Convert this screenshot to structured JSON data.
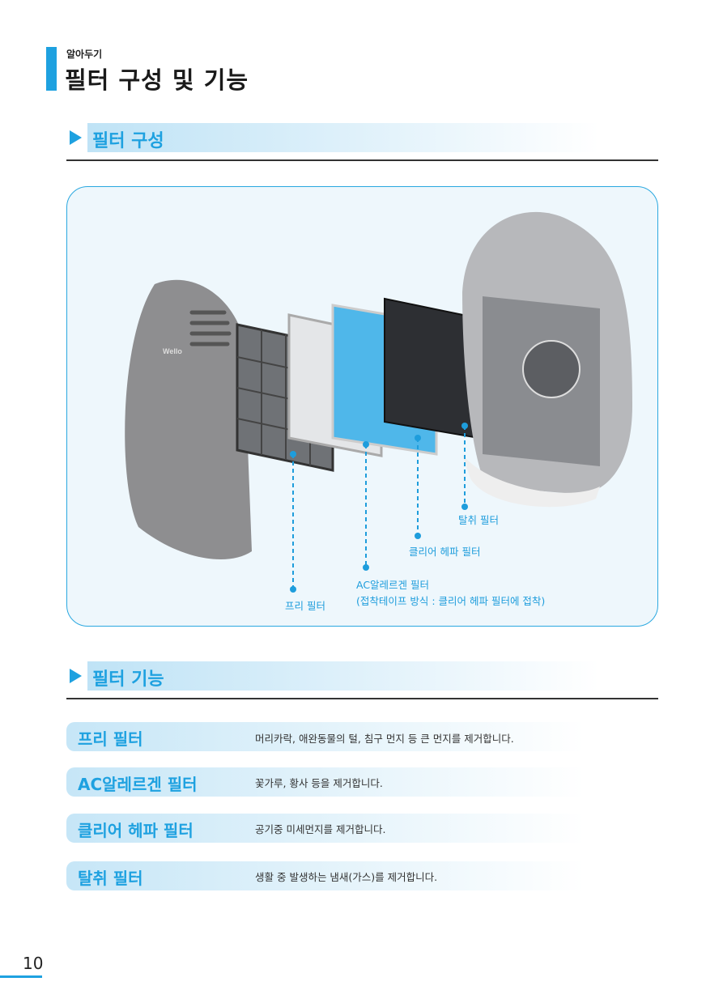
{
  "header": {
    "kicker": "알아두기",
    "title": "필터 구성 및 기능"
  },
  "section1": {
    "title": "필터 구성"
  },
  "illustration": {
    "brand": "Wello",
    "labels": {
      "deodorizing": "탈취 필터",
      "hepa": "클리어 헤파 필터",
      "ac_line1": "AC알레르겐 필터",
      "ac_line2": "(접착테이프 방식 : 클리어 헤파 필터에 접착)",
      "pre": "프리 필터"
    }
  },
  "section2": {
    "title": "필터 기능"
  },
  "functions": [
    {
      "name": "프리 필터",
      "desc": "머리카락, 애완동물의 털, 침구 먼지 등 큰 먼지를 제거합니다."
    },
    {
      "name": "AC알레르겐 필터",
      "desc": "꽃가루, 황사 등을 제거합니다."
    },
    {
      "name": "클리어 헤파 필터",
      "desc": "공기중 미세먼지를 제거합니다."
    },
    {
      "name": "탈취 필터",
      "desc": "생활 중 발생하는 냄새(가스)를 제거합니다."
    }
  ],
  "page_number": "10",
  "colors": {
    "accent": "#1ea1e0"
  }
}
